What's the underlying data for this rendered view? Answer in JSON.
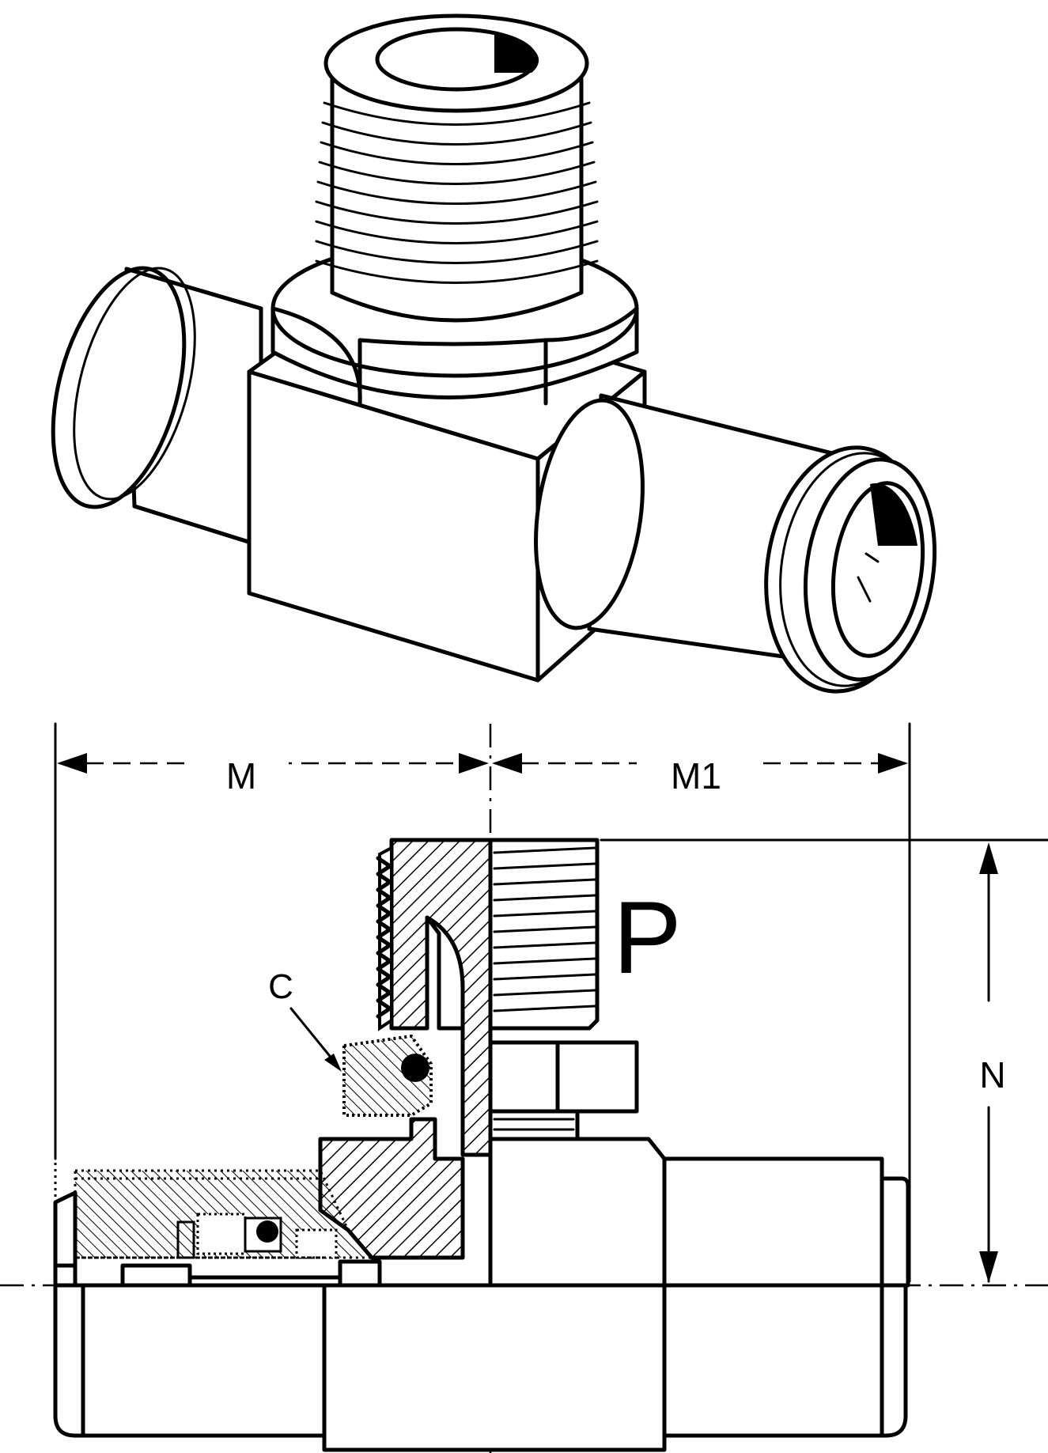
{
  "labels": {
    "dim_m": "M",
    "dim_m1": "M1",
    "dim_n": "N",
    "port_p": "P",
    "callout_c": "C"
  },
  "colors": {
    "ink": "#000000",
    "paper": "#ffffff"
  }
}
